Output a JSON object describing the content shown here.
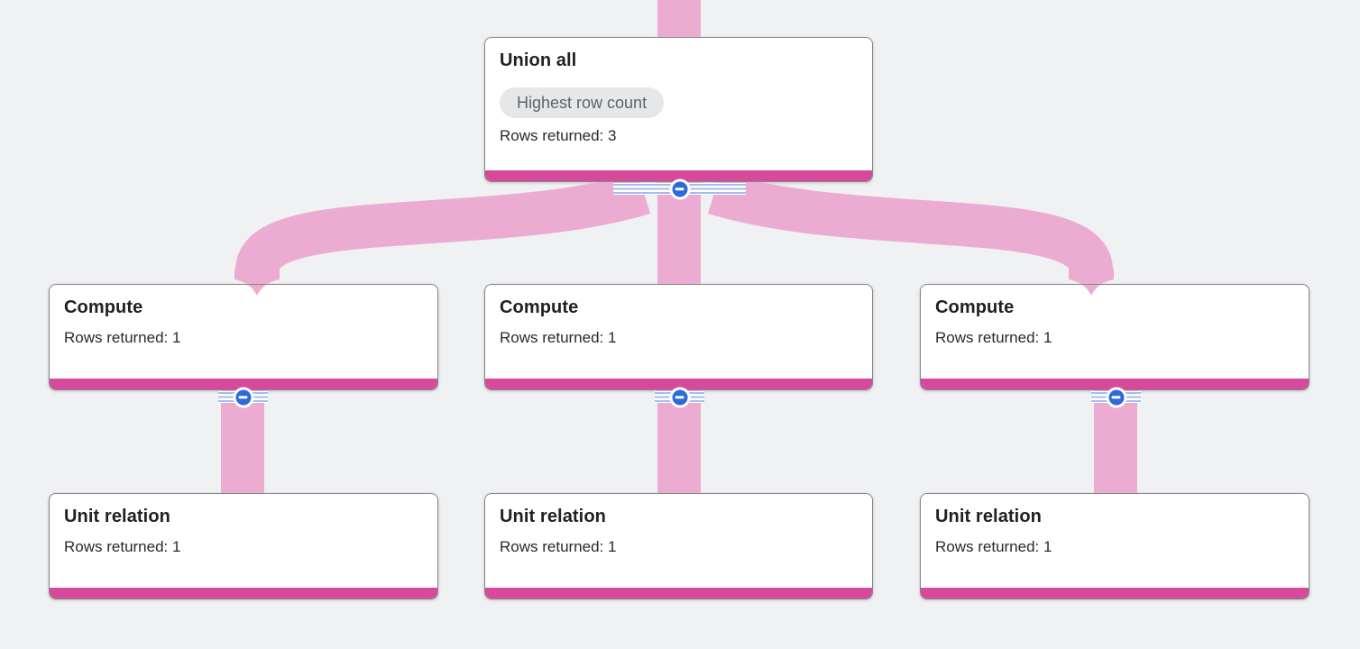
{
  "view": {
    "type": "query-execution-graph",
    "background": "#f0f1f3"
  },
  "colors": {
    "edge_pink": "#ecacd1",
    "node_accent_bar": "#d6499b",
    "collapse_button_blue": "#2e6bd8",
    "stripe_blue": "#a3bdf0",
    "badge_bg": "#e6e7e9",
    "badge_text": "#5f6368",
    "node_border": "#83878c",
    "title_text": "#202124"
  },
  "icons": {
    "collapse_button": "minus-icon",
    "edge_bundle": "stripe-band"
  },
  "nodes": [
    {
      "id": "union-all",
      "title": "Union all",
      "badge": "Highest row count",
      "rows": "Rows returned: 3",
      "rows_returned": 3
    },
    {
      "id": "compute-1",
      "title": "Compute",
      "rows": "Rows returned: 1",
      "rows_returned": 1
    },
    {
      "id": "compute-2",
      "title": "Compute",
      "rows": "Rows returned: 1",
      "rows_returned": 1
    },
    {
      "id": "compute-3",
      "title": "Compute",
      "rows": "Rows returned: 1",
      "rows_returned": 1
    },
    {
      "id": "unit-relation-1",
      "title": "Unit relation",
      "rows": "Rows returned: 1",
      "rows_returned": 1
    },
    {
      "id": "unit-relation-2",
      "title": "Unit relation",
      "rows": "Rows returned: 1",
      "rows_returned": 1
    },
    {
      "id": "unit-relation-3",
      "title": "Unit relation",
      "rows": "Rows returned: 1",
      "rows_returned": 1
    }
  ],
  "edges": [
    {
      "from": "union-all",
      "to": "output-above"
    },
    {
      "from": "compute-1",
      "to": "union-all"
    },
    {
      "from": "compute-2",
      "to": "union-all"
    },
    {
      "from": "compute-3",
      "to": "union-all"
    },
    {
      "from": "unit-relation-1",
      "to": "compute-1"
    },
    {
      "from": "unit-relation-2",
      "to": "compute-2"
    },
    {
      "from": "unit-relation-3",
      "to": "compute-3"
    }
  ]
}
